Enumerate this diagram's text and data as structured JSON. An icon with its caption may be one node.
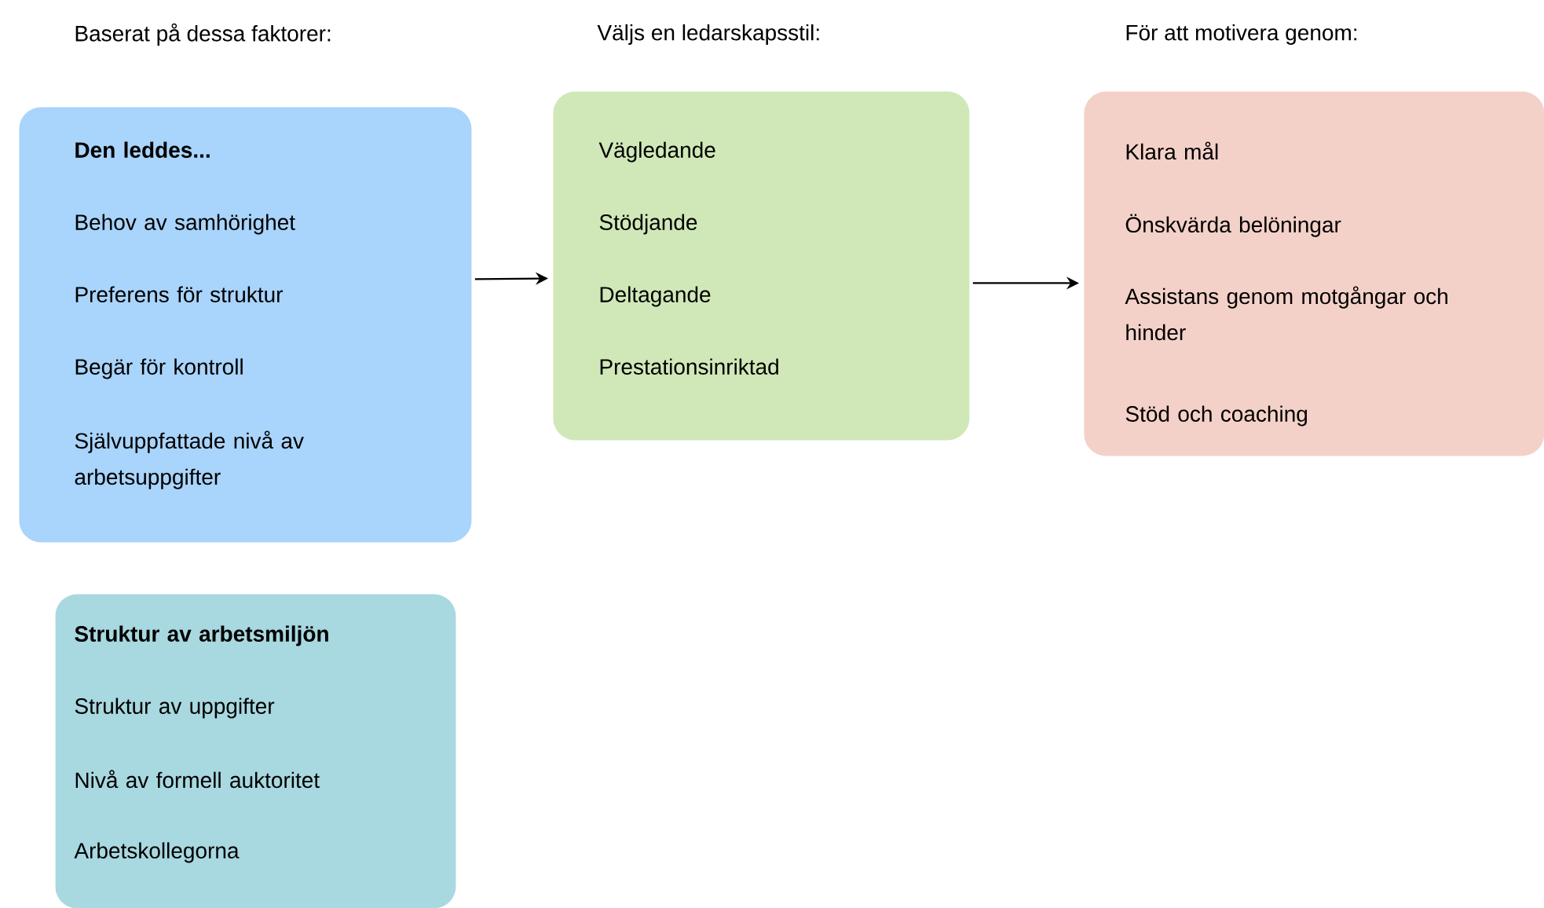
{
  "diagram": {
    "nodes": [
      {
        "text": [
          "Den leddes...",
          "Behov av samhörighet",
          "Preferens för struktur",
          "Begär för kontroll",
          "Självuppfattade nivå av arbetsuppgifter"
        ]
      },
      {
        "text": [
          "Struktur av arbetsmiljön",
          "Struktur av uppgifter",
          "Nivå av formell auktoritet",
          "Arbetskollegorna"
        ]
      },
      {
        "text": [
          "Vägledande",
          "Stödjande",
          "Deltagande",
          "Prestationsinriktad"
        ]
      },
      {
        "text": [
          "Klara mål",
          "Önskvärda belöningar",
          "Assistans genom motgångar och hinder",
          "Stöd och coaching"
        ]
      }
    ],
    "edges": [
      {
        "from": 0,
        "to": 2,
        "arrow": "to"
      },
      {
        "from": 2,
        "to": 3,
        "arrow": "to"
      }
    ],
    "labels": [
      "Baserat på dessa faktorer:",
      "Väljs en ledarskapsstil:",
      "För att motivera genom:"
    ]
  }
}
